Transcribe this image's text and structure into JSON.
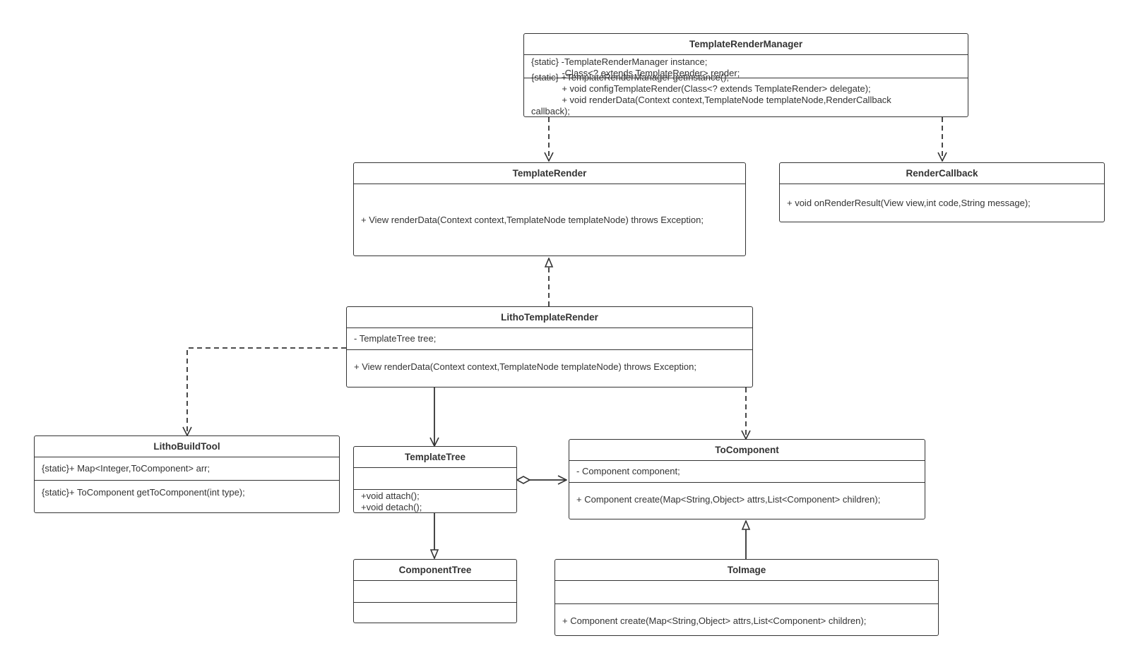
{
  "classes": {
    "manager": {
      "name": "TemplateRenderManager",
      "attr_lines": [
        "{static} -TemplateRenderManager instance;",
        "            -Class<? extends TemplateRender> render;"
      ],
      "method_lines": [
        "{static} +TemplateRenderManager getInstance();",
        "            + void configTemplateRender(Class<? extends TemplateRender> delegate);",
        "            + void renderData(Context context,TemplateNode templateNode,RenderCallback",
        "callback);"
      ]
    },
    "template_render": {
      "name": "TemplateRender",
      "method": "+ View renderData(Context context,TemplateNode templateNode) throws Exception;"
    },
    "render_callback": {
      "name": "RenderCallback",
      "method": "+ void onRenderResult(View view,int code,String message);"
    },
    "litho_template_render": {
      "name": "LithoTemplateRender",
      "attr": "- TemplateTree tree;",
      "method": "+ View renderData(Context context,TemplateNode templateNode) throws Exception;"
    },
    "litho_build_tool": {
      "name": "LithoBuildTool",
      "attr": "{static}+ Map<Integer,ToComponent> arr;",
      "method": "{static}+ ToComponent getToComponent(int type);"
    },
    "template_tree": {
      "name": "TemplateTree",
      "attr": "",
      "method_lines": [
        "+void attach();",
        "+void detach();"
      ]
    },
    "to_component": {
      "name": "ToComponent",
      "attr": "- Component component;",
      "method": "+ Component create(Map<String,Object> attrs,List<Component> children);"
    },
    "component_tree": {
      "name": "ComponentTree",
      "attr": "",
      "method": ""
    },
    "to_image": {
      "name": "ToImage",
      "attr": "",
      "method": "+ Component create(Map<String,Object> attrs,List<Component> children);"
    }
  },
  "relations": [
    {
      "from": "TemplateRenderManager",
      "to": "TemplateRender",
      "type": "dependency"
    },
    {
      "from": "TemplateRenderManager",
      "to": "RenderCallback",
      "type": "dependency"
    },
    {
      "from": "LithoTemplateRender",
      "to": "TemplateRender",
      "type": "realization"
    },
    {
      "from": "LithoTemplateRender",
      "to": "LithoBuildTool",
      "type": "dependency"
    },
    {
      "from": "LithoTemplateRender",
      "to": "TemplateTree",
      "type": "association"
    },
    {
      "from": "LithoTemplateRender",
      "to": "ToComponent",
      "type": "dependency"
    },
    {
      "from": "TemplateTree",
      "to": "ToComponent",
      "type": "aggregation"
    },
    {
      "from": "TemplateTree",
      "to": "ComponentTree",
      "type": "generalization"
    },
    {
      "from": "ToImage",
      "to": "ToComponent",
      "type": "generalization"
    }
  ],
  "colors": {
    "stroke": "#333333",
    "background": "#ffffff"
  }
}
